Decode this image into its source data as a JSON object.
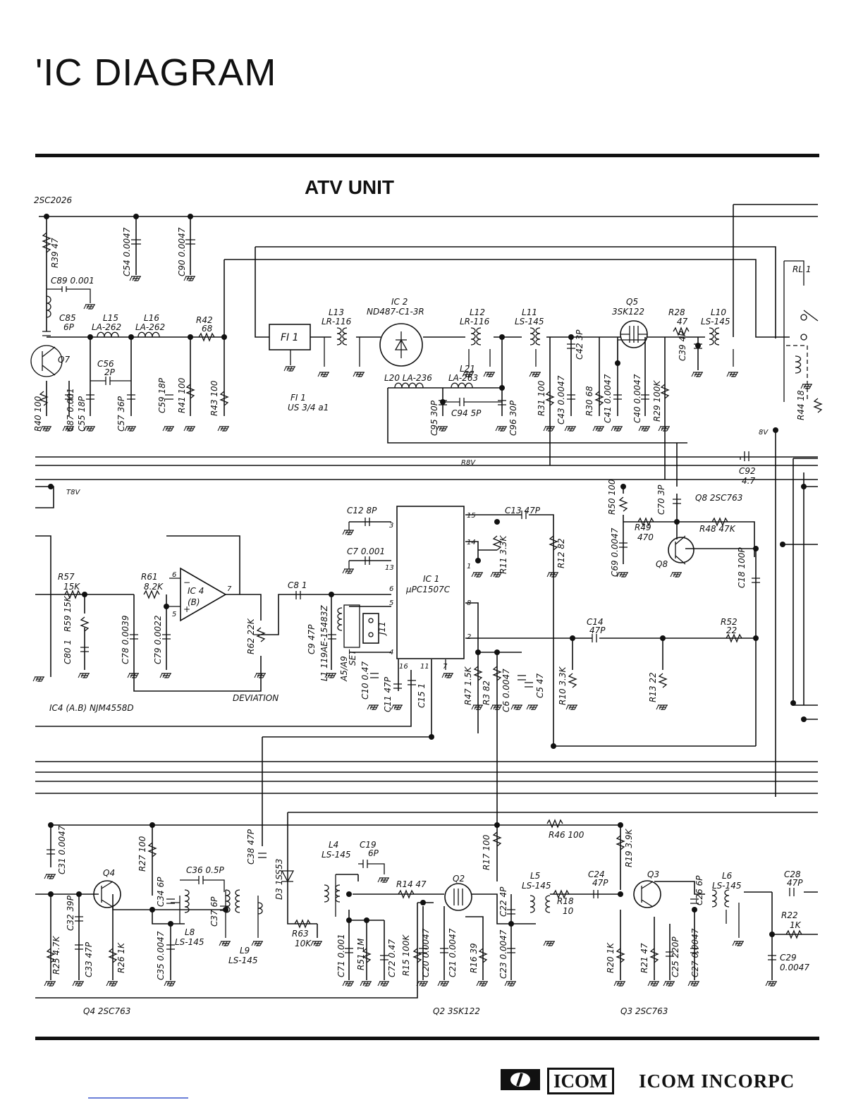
{
  "page": {
    "title": "'IC  DIAGRAM",
    "unit_title": "ATV UNIT",
    "footer": {
      "brand": "ICOM",
      "company": "ICOM  INCORPC"
    }
  },
  "labels": {
    "q7_part": "2SC2026",
    "r39": "R39 47",
    "c89": "C89 0.001",
    "c54": "C54 0.0047",
    "c90": "C90 0.0047",
    "l15": "L15",
    "l15v": "LA-262",
    "l16": "L16",
    "l16v": "LA-262",
    "r42": "R42",
    "r42v": "68",
    "c85": "C85",
    "c85v": "6P",
    "q7": "Q7",
    "c56": "C56",
    "c56v": "2P",
    "r40": "R40 100",
    "c87": "C87 0.001",
    "c55": "C55 18P",
    "c57": "C57 36P",
    "c59": "C59 18P",
    "r41": "R41 100",
    "r43": "R43 100",
    "fi1": "FI 1",
    "fi1_label": "FI 1",
    "fi1_part": "US 3/4 a1",
    "l13": "L13",
    "l13v": "LR-116",
    "ic2": "IC 2",
    "ic2v": "ND487-C1-3R",
    "l12": "L12",
    "l12v": "LR-116",
    "l11": "L11",
    "l11v": "LS-145",
    "q5": "Q5",
    "q5v": "3SK122",
    "r28": "R28",
    "r28v": "47",
    "l10": "L10",
    "l10v": "LS-145",
    "rl1": "RL 1",
    "l20": "L20  LA-236",
    "l21": "L21",
    "l21v": "LA-263",
    "c42": "C42 3P",
    "c39": "C39 4P",
    "c95": "C95 30P",
    "c94": "C94  5P",
    "c96": "C96 30P",
    "r31": "R31 100",
    "c43": "C43 0.0047",
    "r30": "R30 68",
    "c41": "C41 0.0047",
    "c40": "C40 0.0047",
    "r29": "R29 100K",
    "r44": "R44 18",
    "v8": "8V",
    "r8v": "R8V",
    "t8v": "T8V",
    "c92": "C92",
    "c92v": "4.7",
    "c12": "C12  8P",
    "c7": "C7  0.001",
    "c13": "C13  47P",
    "ic1": "IC 1",
    "ic1v": "µPC1507C",
    "r11": "R11 3.3K",
    "r12": "R12 82",
    "r50": "R50 100",
    "c70": "C70 3P",
    "q8_part": "Q8  2SC763",
    "r49": "R49",
    "r49v": "470",
    "r48": "R48  47K",
    "c69": "C69 0.0047",
    "q8": "Q8",
    "c18": "C18 100P",
    "r57": "R57",
    "r57v": "15K",
    "r61": "R61",
    "r61v": "8.2K",
    "ic4": "IC 4",
    "ic4b": "(B)",
    "c8": "C8  1",
    "r59": "R59 15K",
    "c80": "C80 1",
    "c78": "C78 0.0039",
    "c79": "C79 0.0022",
    "r62": "R62  22K",
    "c9": "C9  47P",
    "l1": "L1  119AE-15483Z",
    "a5a9": "A5/A9",
    "set": "SET",
    "j11": "J11",
    "c14": "C14",
    "c14v": "47P",
    "r52": "R52",
    "r52v": "22",
    "c10": "C10 0.47",
    "c11": "C11 47P",
    "c15": "C15 1",
    "r47": "R47 1.5K",
    "r3": "R3  82",
    "c6": "C6 0.0047",
    "c5": "C5  47",
    "r10": "R10 3.3K",
    "r13": "R13  22",
    "ic4_part": "IC4 (A.B)  NJM4558D",
    "deviation": "DEVIATION",
    "r46": "R46  100",
    "c31": "C31 0.0047",
    "q4": "Q4",
    "r27": "R27 100",
    "c36": "C36  0.5P",
    "c38": "C38 47P",
    "d3": "D3  1SS53",
    "l4": "L4",
    "l4v": "LS-145",
    "c19": "C19",
    "c19v": "6P",
    "r14": "R14  47",
    "q2": "Q2",
    "r17": "R17 100",
    "l5": "L5",
    "l5v": "LS-145",
    "c24": "C24",
    "c24v": "47P",
    "r19": "R19 3.9K",
    "q3": "Q3",
    "c26": "C26 6P",
    "l6": "L6",
    "l6v": "LS-145",
    "c28": "C28",
    "c28v": "47P",
    "c32": "C32 39P",
    "c34": "C34 6P",
    "c37": "C37 6P",
    "c22": "C22 4P",
    "r18": "R18",
    "r18v": "10",
    "r22": "R22",
    "r22v": "1K",
    "r25": "R25 4.7K",
    "c33": "C33 47P",
    "r26": "R26 1K",
    "c35": "C35 0.0047",
    "l8": "L8",
    "l8v": "LS-145",
    "l9": "L9",
    "l9v": "LS-145",
    "r63": "R63",
    "r63v": "10K",
    "c71": "C71 0.001",
    "r51": "R51 1M",
    "c72": "C72 0.47",
    "r15": "R15 100K",
    "c20": "C20 0.0047",
    "c21": "C21 0.0047",
    "r16": "R16 39",
    "c23": "C23 0.0047",
    "r20": "R20 1K",
    "r21": "R21 47",
    "c25": "C25 220P",
    "c27": "C27 0.0047",
    "c29": "C29",
    "c29v": "0.0047",
    "q4_part": "Q4  2SC763",
    "q2_part": "Q2  3SK122",
    "q3_part": "Q3  2SC763",
    "pins": {
      "p3": "3",
      "p13": "13",
      "p6": "6",
      "p5": "5",
      "p4": "4",
      "p16": "16",
      "p11": "11",
      "p7": "7",
      "p15": "15",
      "p14": "14",
      "p1": "1",
      "p8": "8",
      "p2": "2",
      "ic4_p6": "6",
      "ic4_p5": "5",
      "ic4_p7": "7",
      "ic4_minus": "−",
      "ic4_plus": "+"
    }
  }
}
